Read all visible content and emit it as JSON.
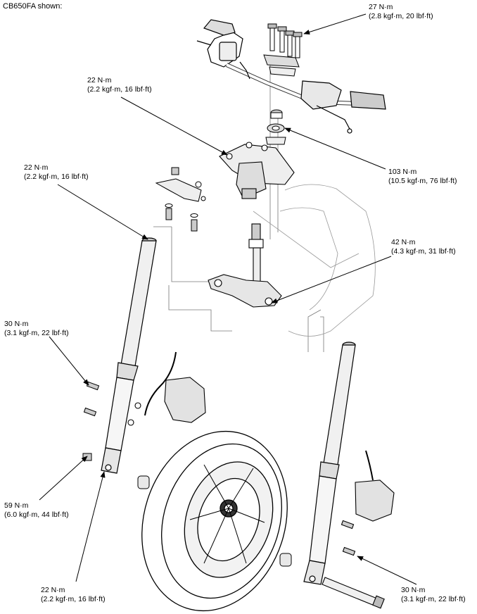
{
  "caption": "CB650FA shown:",
  "torque_labels": [
    {
      "id": "handlebar-holder-bolts",
      "value": "27 N·m",
      "detail": "(2.8 kgf·m, 20 lbf·ft)"
    },
    {
      "id": "top-bridge-pinch-bolt",
      "value": "22 N·m",
      "detail": "(2.2 kgf·m, 16 lbf·ft)"
    },
    {
      "id": "steering-stem-nut",
      "value": "103 N·m",
      "detail": "(10.5 kgf·m, 76 lbf·ft)"
    },
    {
      "id": "upper-fork-pinch-bolt",
      "value": "22 N·m",
      "detail": "(2.2 kgf·m, 16 lbf·ft)"
    },
    {
      "id": "lower-bridge-pinch-bolt",
      "value": "42 N·m",
      "detail": "(4.3 kgf·m, 31 lbf·ft)"
    },
    {
      "id": "left-caliper-bolt",
      "value": "30 N·m",
      "detail": "(3.1 kgf·m, 22 lbf·ft)"
    },
    {
      "id": "axle-bolt",
      "value": "59 N·m",
      "detail": "(6.0 kgf·m, 44 lbf·ft)"
    },
    {
      "id": "axle-pinch-bolt",
      "value": "22 N·m",
      "detail": "(2.2 kgf·m, 16 lbf·ft)"
    },
    {
      "id": "right-caliper-bolt",
      "value": "30 N·m",
      "detail": "(3.1 kgf·m, 22 lbf·ft)"
    }
  ]
}
